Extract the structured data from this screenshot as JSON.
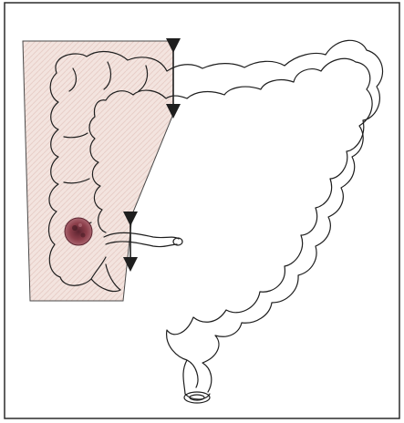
{
  "figure": {
    "type": "anatomical-illustration",
    "subject": "colon",
    "highlight_region": "right-colon",
    "lesion": "cecal-tumor",
    "colors": {
      "background": "#ffffff",
      "border": "#2b2b2b",
      "highlight_fill": "#f1dfda",
      "ink": "#1e1e1e",
      "lesion": "#8c3e4a",
      "lesion_dark": "#5b2430"
    }
  }
}
